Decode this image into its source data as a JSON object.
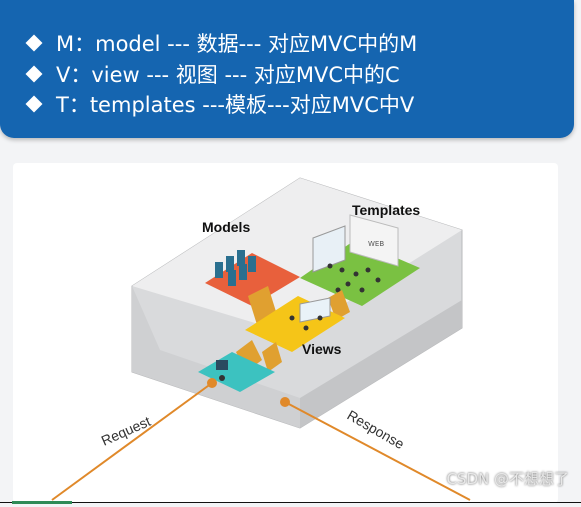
{
  "bullets": [
    {
      "text": "M：model --- 数据--- 对应MVC中的M"
    },
    {
      "text": "V：view --- 视图 --- 对应MVC中的C"
    },
    {
      "text": "T：templates ---模板---对应MVC中V"
    }
  ],
  "diagram": {
    "models_label": "Models",
    "templates_label": "Templates",
    "views_label": "Views",
    "request_label": "Request",
    "response_label": "Response",
    "web_board_label": "WEB"
  },
  "watermark": "CSDN @不想想了",
  "colors": {
    "banner": "#1565b0",
    "models_floor": "#e8603c",
    "templates_floor": "#7ac142",
    "views_floor": "#f5c518",
    "entry_floor": "#3cc2c0",
    "flow_line": "#e0892a"
  }
}
